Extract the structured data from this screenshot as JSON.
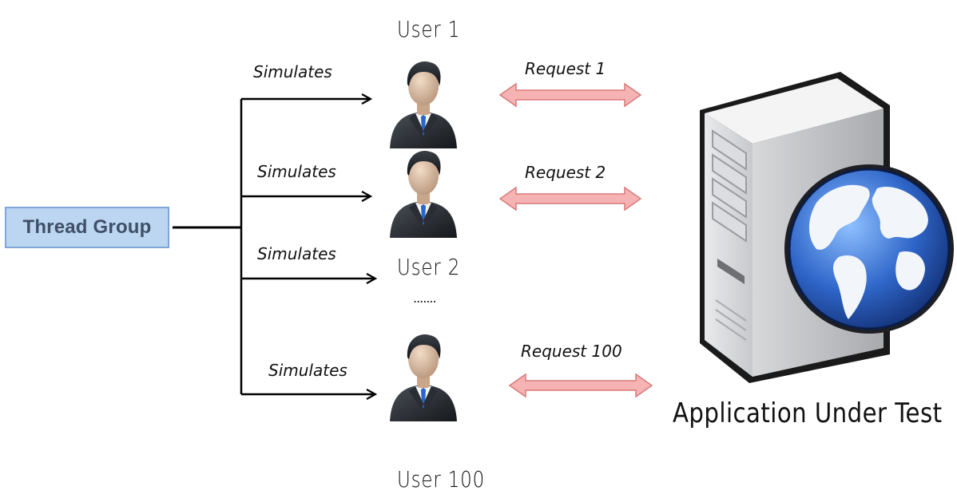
{
  "thread_group": {
    "label": "Thread Group"
  },
  "simulates": [
    "Simulates",
    "Simulates",
    "Simulates",
    "Simulates"
  ],
  "users": [
    "User 1",
    "User 2",
    "User 100"
  ],
  "ellipsis": ".......",
  "requests": [
    "Request 1",
    "Request 2",
    "Request 100"
  ],
  "application": {
    "label": "Application Under Test"
  },
  "colors": {
    "thread_group_fill": "#bcd6f2",
    "thread_group_border": "#7fa6d6",
    "request_arrow_fill": "#f6b3b3",
    "request_arrow_stroke": "#d97a7a",
    "globe_ocean": "#2f66c9",
    "globe_land": "#f2f6fb"
  },
  "icons": {
    "user": "businessman-icon",
    "server": "server-tower-icon",
    "globe": "globe-icon"
  }
}
